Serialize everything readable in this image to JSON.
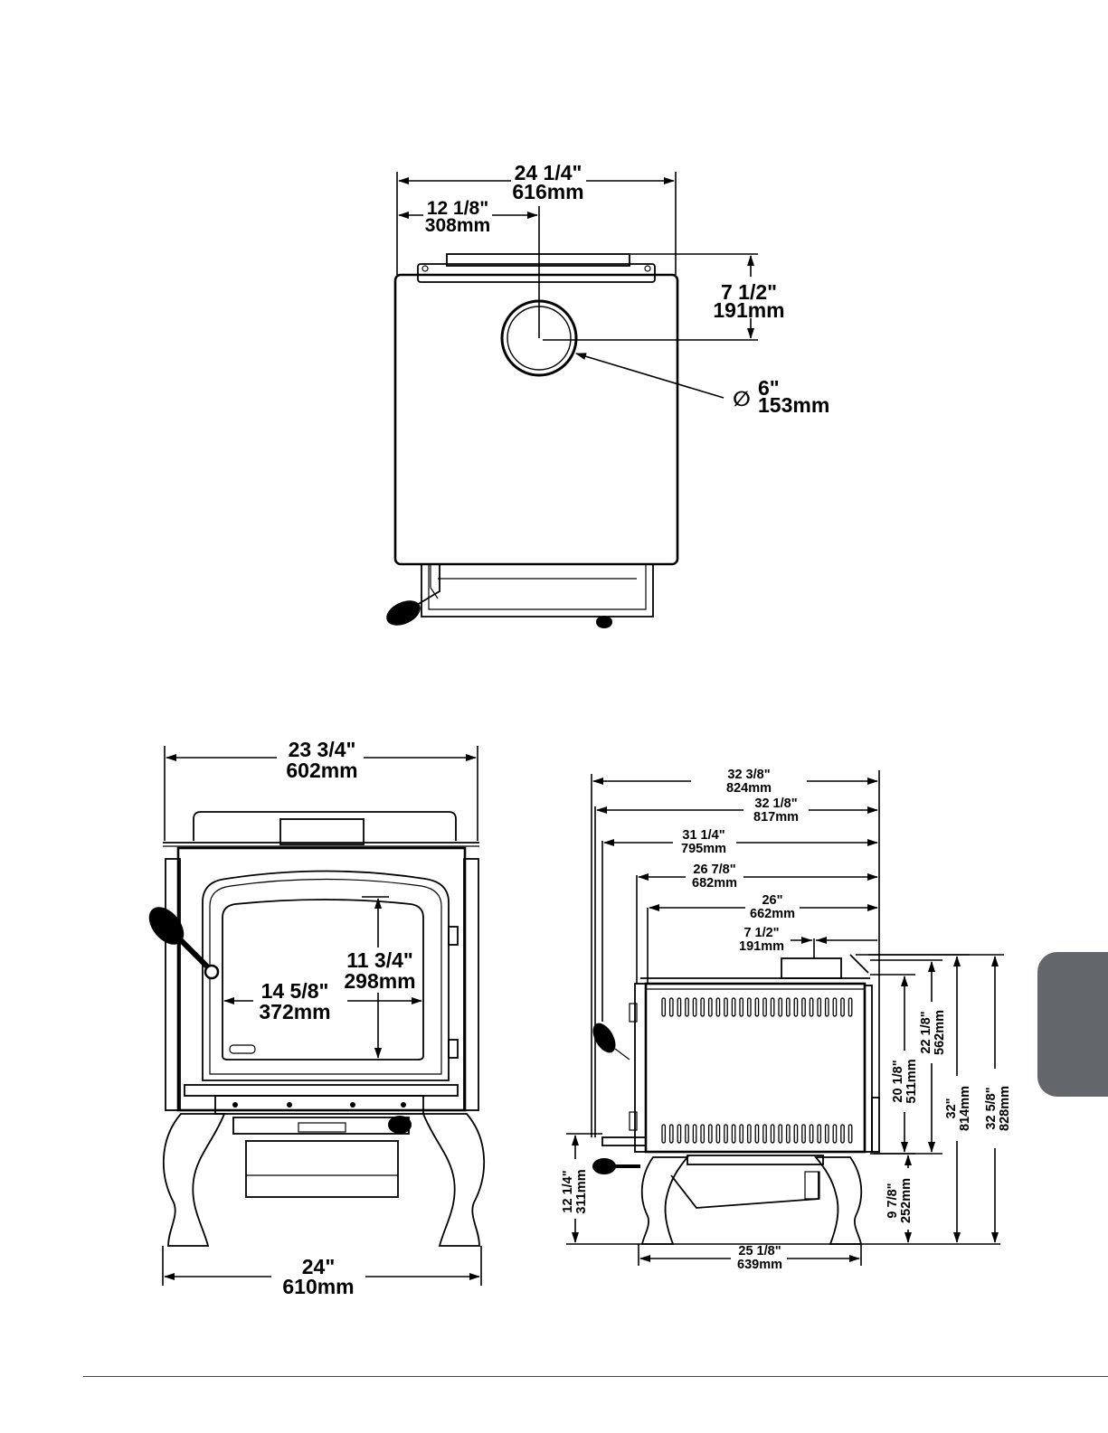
{
  "top_view": {
    "overall_width_in": "24 1/4\"",
    "overall_width_mm": "616mm",
    "flue_center_in": "12 1/8\"",
    "flue_center_mm": "308mm",
    "flue_depth_in": "7 1/2\"",
    "flue_depth_mm": "191mm",
    "flue_diameter_symbol": "∅",
    "flue_diameter_in": "6\"",
    "flue_diameter_mm": "153mm"
  },
  "front_view": {
    "top_width_in": "23 3/4\"",
    "top_width_mm": "602mm",
    "glass_height_in": "11 3/4\"",
    "glass_height_mm": "298mm",
    "glass_width_in": "14 5/8\"",
    "glass_width_mm": "372mm",
    "leg_width_in": "24\"",
    "leg_width_mm": "610mm"
  },
  "side_view": {
    "depth1_in": "32 3/8\"",
    "depth1_mm": "824mm",
    "depth2_in": "32 1/8\"",
    "depth2_mm": "817mm",
    "depth3_in": "31 1/4\"",
    "depth3_mm": "795mm",
    "depth4_in": "26 7/8\"",
    "depth4_mm": "682mm",
    "depth5_in": "26\"",
    "depth5_mm": "662mm",
    "flue_setback_in": "7 1/2\"",
    "flue_setback_mm": "191mm",
    "base_width_in": "25 1/8\"",
    "base_width_mm": "639mm",
    "handle_height_in": "12 1/4\"",
    "handle_height_mm": "311mm",
    "leg_height_in": "9 7/8\"",
    "leg_height_mm": "252mm",
    "body_h1_in": "20 1/8\"",
    "body_h1_mm": "511mm",
    "body_h2_in": "22 1/8\"",
    "body_h2_mm": "562mm",
    "total_h1_in": "32\"",
    "total_h1_mm": "814mm",
    "total_h2_in": "32 5/8\"",
    "total_h2_mm": "828mm"
  },
  "colors": {
    "tab": "#63676b",
    "line": "#000000"
  }
}
